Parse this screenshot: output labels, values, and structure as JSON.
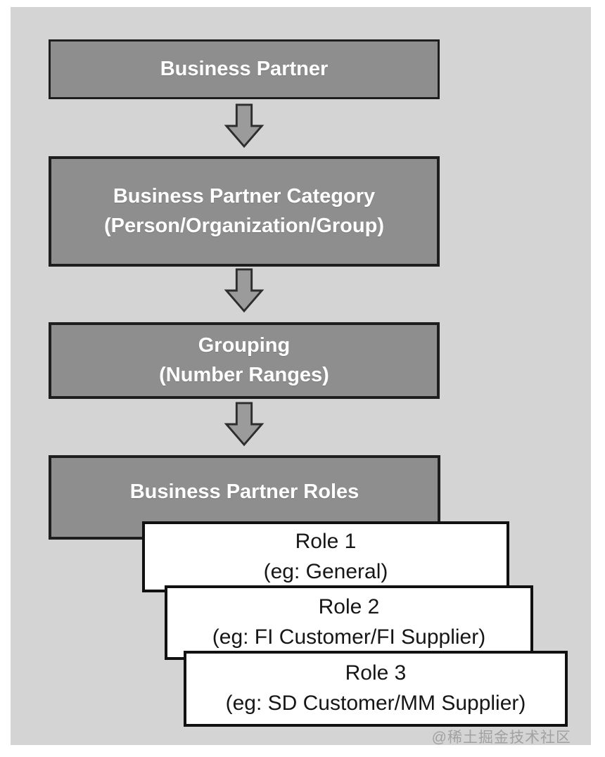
{
  "diagram": {
    "title_implied": "Business Partner structure flow",
    "colors": {
      "canvas_background": "#d4d4d4",
      "gray_box_fill": "#8e8e8e",
      "box_border": "#1e1e1e",
      "white_box_fill": "#ffffff",
      "arrow_fill": "#9b9b9b",
      "arrow_outline": "#2d2d2d",
      "gray_box_text": "#ffffff",
      "white_box_text": "#161616"
    },
    "nodes": {
      "business_partner": {
        "line1": "Business Partner"
      },
      "category": {
        "line1": "Business Partner Category",
        "line2": "(Person/Organization/Group)"
      },
      "grouping": {
        "line1": "Grouping",
        "line2": "(Number Ranges)"
      },
      "roles": {
        "line1": "Business Partner Roles"
      },
      "role1": {
        "line1": "Role 1",
        "line2": "(eg: General)"
      },
      "role2": {
        "line1": "Role 2",
        "line2": "(eg: FI Customer/FI Supplier)"
      },
      "role3": {
        "line1": "Role 3",
        "line2": "(eg: SD Customer/MM Supplier)"
      }
    },
    "arrows": [
      "down",
      "down",
      "down"
    ],
    "watermark": "@稀土掘金技术社区"
  }
}
